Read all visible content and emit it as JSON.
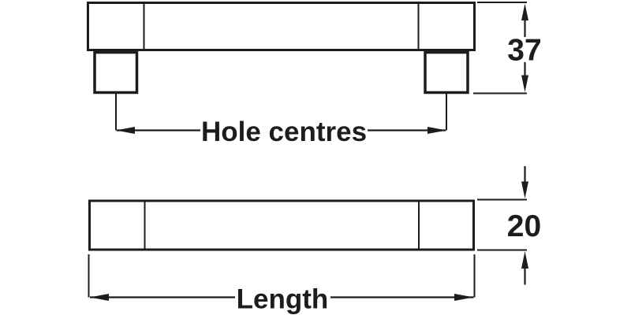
{
  "diagram": {
    "type": "technical-dimension-drawing",
    "views": {
      "front": {
        "height_dim": "37",
        "hole_centres_label": "Hole centres"
      },
      "side": {
        "height_dim": "20",
        "length_label": "Length"
      }
    },
    "colors": {
      "line": "#1d1d1b",
      "background": "#ffffff"
    }
  }
}
